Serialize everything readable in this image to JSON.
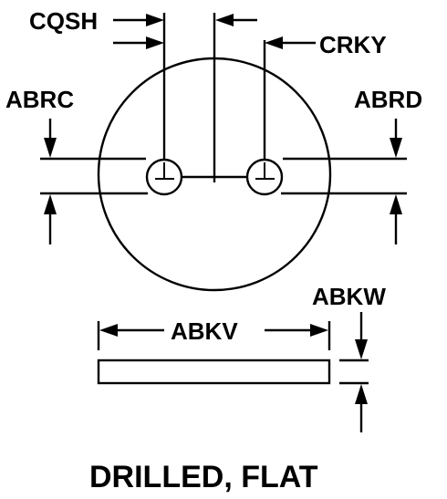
{
  "labels": {
    "cqsh": "CQSH",
    "crky": "CRKY",
    "abrc": "ABRC",
    "abrd": "ABRD",
    "abkv": "ABKV",
    "abkw": "ABKW"
  },
  "caption": "DRILLED, FLAT"
}
